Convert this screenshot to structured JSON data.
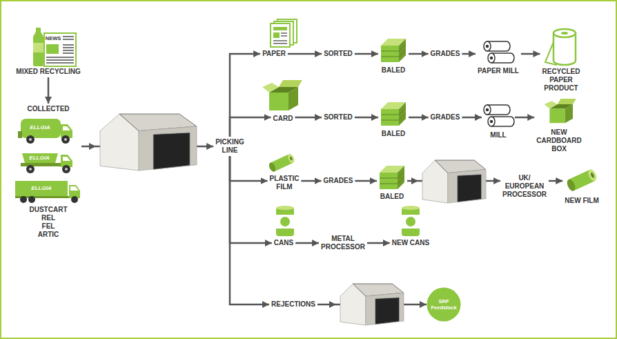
{
  "diagram": {
    "nodes": [
      {
        "text": [
          "MIXED RECYCLING"
        ]
      },
      {
        "text": [
          "COLLECTED",
          "DUSTCART REL FEL ARTIC"
        ]
      },
      {
        "text": [
          "PICKING LINE"
        ]
      },
      {
        "text": [
          "PAPER"
        ]
      },
      {
        "text": [
          "SORTED"
        ]
      },
      {
        "text": [
          "BALED"
        ]
      },
      {
        "text": [
          "GRADES"
        ]
      },
      {
        "text": [
          "PAPER MILL"
        ]
      },
      {
        "text": [
          "RECYCLED PAPER PRODUCT"
        ]
      },
      {
        "text": [
          "CARD"
        ]
      },
      {
        "text": [
          "SORTED"
        ]
      },
      {
        "text": [
          "BALED"
        ]
      },
      {
        "text": [
          "GRADES"
        ]
      },
      {
        "text": [
          "MILL"
        ]
      },
      {
        "text": [
          "NEW CARDBOARD BOX"
        ]
      },
      {
        "text": [
          "PLASTIC FILM"
        ]
      },
      {
        "text": [
          "GRADES"
        ]
      },
      {
        "text": [
          "BALED"
        ]
      },
      {
        "text": [
          "UK/ EUROPEAN PROCESSOR"
        ]
      },
      {
        "text": [
          "NEW FILM"
        ]
      },
      {
        "text": [
          "CANS"
        ]
      },
      {
        "text": [
          "METAL PROCESSOR"
        ]
      },
      {
        "text": [
          "NEW CANS"
        ]
      },
      {
        "text": [
          "REJECTIONS"
        ]
      },
      {
        "text": [
          "SRF Feedstock"
        ]
      }
    ],
    "edges": [
      {
        "from": 0,
        "to": 1,
        "arrow": "to"
      },
      {
        "from": 1,
        "to": 2,
        "arrow": "to"
      },
      {
        "from": 2,
        "to": 3,
        "arrow": "to"
      },
      {
        "from": 2,
        "to": 9,
        "arrow": "to"
      },
      {
        "from": 2,
        "to": 15,
        "arrow": "to"
      },
      {
        "from": 2,
        "to": 20,
        "arrow": "to"
      },
      {
        "from": 2,
        "to": 23,
        "arrow": "to"
      },
      {
        "from": 3,
        "to": 4,
        "arrow": "to"
      },
      {
        "from": 4,
        "to": 5,
        "arrow": "to"
      },
      {
        "from": 5,
        "to": 6,
        "arrow": "to"
      },
      {
        "from": 6,
        "to": 7,
        "arrow": "to"
      },
      {
        "from": 7,
        "to": 8,
        "arrow": "to"
      },
      {
        "from": 9,
        "to": 10,
        "arrow": "to"
      },
      {
        "from": 10,
        "to": 11,
        "arrow": "to"
      },
      {
        "from": 11,
        "to": 12,
        "arrow": "to"
      },
      {
        "from": 12,
        "to": 13,
        "arrow": "to"
      },
      {
        "from": 13,
        "to": 14,
        "arrow": "to"
      },
      {
        "from": 15,
        "to": 16,
        "arrow": "to"
      },
      {
        "from": 16,
        "to": 17,
        "arrow": "to"
      },
      {
        "from": 17,
        "to": 18,
        "arrow": "to"
      },
      {
        "from": 18,
        "to": 19,
        "arrow": "to"
      },
      {
        "from": 20,
        "to": 21,
        "arrow": "to"
      },
      {
        "from": 21,
        "to": 22,
        "arrow": "to"
      },
      {
        "from": 23,
        "to": 24,
        "arrow": "to"
      }
    ],
    "labels": [
      "NEWS",
      "ELLGIA",
      "ELLGIA",
      "ELLGIA"
    ]
  }
}
